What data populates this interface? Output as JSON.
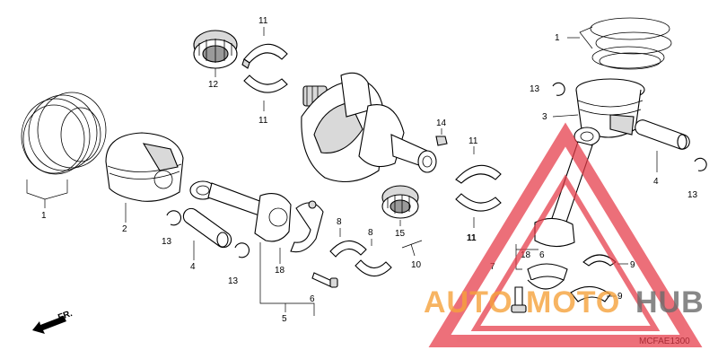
{
  "callouts": {
    "p1_left": "1",
    "p2": "2",
    "p13_a": "13",
    "p4_left": "4",
    "p13_b": "13",
    "p12": "12",
    "p11_top": "11",
    "p11_mid": "11",
    "p18_left": "18",
    "p6": "6",
    "p5": "5",
    "p8_a": "8",
    "p8_b": "8",
    "p15": "15",
    "p10": "10",
    "p14": "14",
    "p11_right": "11",
    "p11_right_b": "11",
    "p1_right": "1",
    "p13_right": "13",
    "p3": "3",
    "p4_right": "4",
    "p13_far": "13",
    "p18_right": "18",
    "p9_a": "9",
    "p9_b": "9",
    "p7": "7"
  },
  "front_arrow": "FR.",
  "diagram_code": "MCFAE1300",
  "watermark": {
    "part1": "AUTO",
    "part2": "MOTO",
    "part3": "HUB",
    "colors": {
      "orange": "#f6a23b",
      "grey": "#6b6b6b",
      "red": "#e63946"
    }
  }
}
